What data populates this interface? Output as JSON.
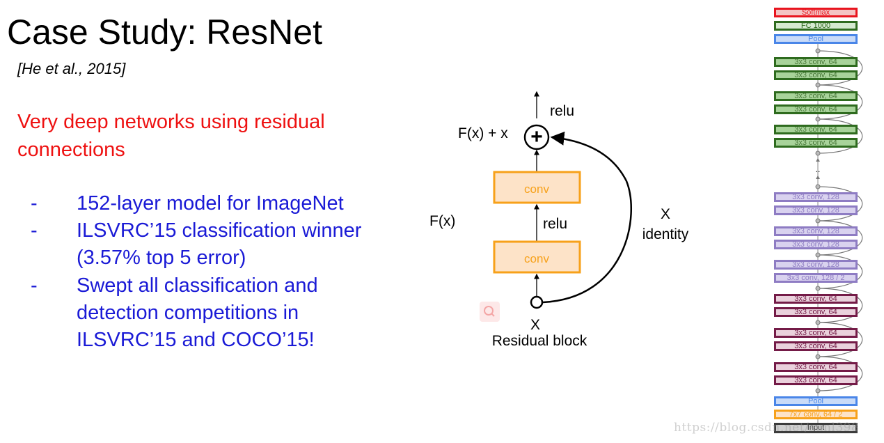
{
  "slide": {
    "title": "Case Study: ResNet",
    "citation": "[He et al., 2015]",
    "headline": "Very deep networks using residual connections",
    "bullets": [
      {
        "dash": "-",
        "lines": [
          "152-layer model for ImageNet"
        ]
      },
      {
        "dash": "-",
        "lines": [
          "ILSVRC’15 classification winner",
          "(3.57% top 5 error)"
        ]
      },
      {
        "dash": "-",
        "lines": [
          "Swept all classification and",
          "detection competitions in",
          "ILSVRC’15 and COCO’15!"
        ]
      }
    ]
  },
  "residual_block": {
    "caption": "Residual block",
    "input_label": "X",
    "sum_label": "F(x) + x",
    "fx_label": "F(x)",
    "top_relu": "relu",
    "mid_relu": "relu",
    "conv_top": "conv",
    "conv_bottom": "conv",
    "identity_x": "X",
    "identity_label": "identity",
    "plus_symbol": "+",
    "colors": {
      "conv_fill": "#fde3c8",
      "conv_border": "#f7a11a",
      "conv_text": "#f7a11a"
    }
  },
  "architecture": {
    "ellipsis": "..",
    "layers": [
      {
        "label": "Softmax",
        "kind": "softmax"
      },
      {
        "label": "FC 1000",
        "kind": "fc"
      },
      {
        "label": "Pool",
        "kind": "pool"
      },
      {
        "label": "3x3 conv, 64",
        "kind": "green"
      },
      {
        "label": "3x3 conv, 64",
        "kind": "green"
      },
      {
        "label": "3x3 conv, 64",
        "kind": "green"
      },
      {
        "label": "3x3 conv, 64",
        "kind": "green"
      },
      {
        "label": "3x3 conv, 64",
        "kind": "green"
      },
      {
        "label": "3x3 conv, 64",
        "kind": "green"
      },
      {
        "label": "3x3 conv, 128",
        "kind": "purple"
      },
      {
        "label": "3x3 conv, 128",
        "kind": "purple"
      },
      {
        "label": "3x3 conv, 128",
        "kind": "purple"
      },
      {
        "label": "3x3 conv, 128",
        "kind": "purple"
      },
      {
        "label": "3x3 conv, 128",
        "kind": "purple"
      },
      {
        "label": "3x3 conv, 128 / 2",
        "kind": "purple"
      },
      {
        "label": "3x3 conv, 64",
        "kind": "maroon"
      },
      {
        "label": "3x3 conv, 64",
        "kind": "maroon"
      },
      {
        "label": "3x3 conv, 64",
        "kind": "maroon"
      },
      {
        "label": "3x3 conv, 64",
        "kind": "maroon"
      },
      {
        "label": "3x3 conv, 64",
        "kind": "maroon"
      },
      {
        "label": "3x3 conv, 64",
        "kind": "maroon"
      },
      {
        "label": "Pool",
        "kind": "pool"
      },
      {
        "label": "7x7 conv, 64 / 2",
        "kind": "orange"
      },
      {
        "label": "Input",
        "kind": "input"
      }
    ],
    "colors": {
      "softmax": {
        "border": "#e8141e",
        "fill": "#f4c4c4",
        "text": "#e8141e"
      },
      "fc": {
        "border": "#2e6b1e",
        "fill": "#d6ead0",
        "text": "#2e6b1e"
      },
      "pool": {
        "border": "#4a86e8",
        "fill": "#c9dbf8",
        "text": "#4a86e8"
      },
      "green": {
        "border": "#2e6b1e",
        "fill": "#a8d39a",
        "text": "#4a7a3a"
      },
      "purple": {
        "border": "#8e7cc3",
        "fill": "#d9d2ef",
        "text": "#8e7cc3"
      },
      "maroon": {
        "border": "#741b47",
        "fill": "#ead1dc",
        "text": "#741b47"
      },
      "orange": {
        "border": "#f7a11a",
        "fill": "#fde3c8",
        "text": "#f7a11a"
      },
      "input": {
        "border": "#3c3c3c",
        "fill": "#d0d0d0",
        "text": "#3c3c3c"
      }
    }
  },
  "watermark": "https://blog.csdn.net/sunl398",
  "search_badge": "search-icon"
}
